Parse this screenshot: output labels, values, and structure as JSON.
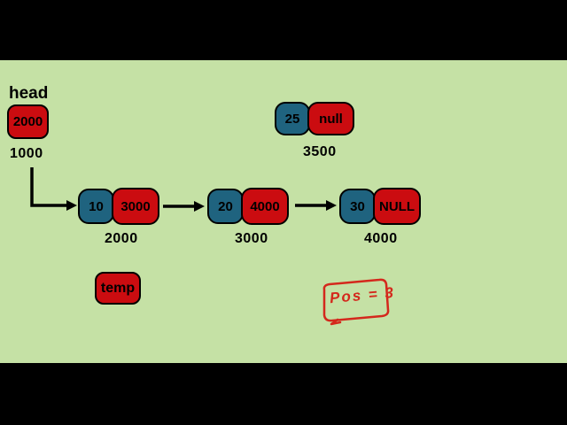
{
  "colors": {
    "background": "#c5e1a5",
    "letterbox": "#000000",
    "node_data_blue": "#1f637f",
    "node_pointer_red": "#cb0c10",
    "annotation_red": "#d4281c",
    "text": "#000000"
  },
  "head": {
    "label": "head",
    "pointer_value": "2000",
    "address": "1000"
  },
  "nodes": [
    {
      "data": "10",
      "next": "3000",
      "address": "2000"
    },
    {
      "data": "20",
      "next": "4000",
      "address": "3000"
    },
    {
      "data": "30",
      "next": "NULL",
      "address": "4000"
    }
  ],
  "floating_node": {
    "data": "25",
    "next": "null",
    "address": "3500"
  },
  "temp": {
    "label": "temp"
  },
  "annotation": {
    "text": "Pos = 3"
  }
}
